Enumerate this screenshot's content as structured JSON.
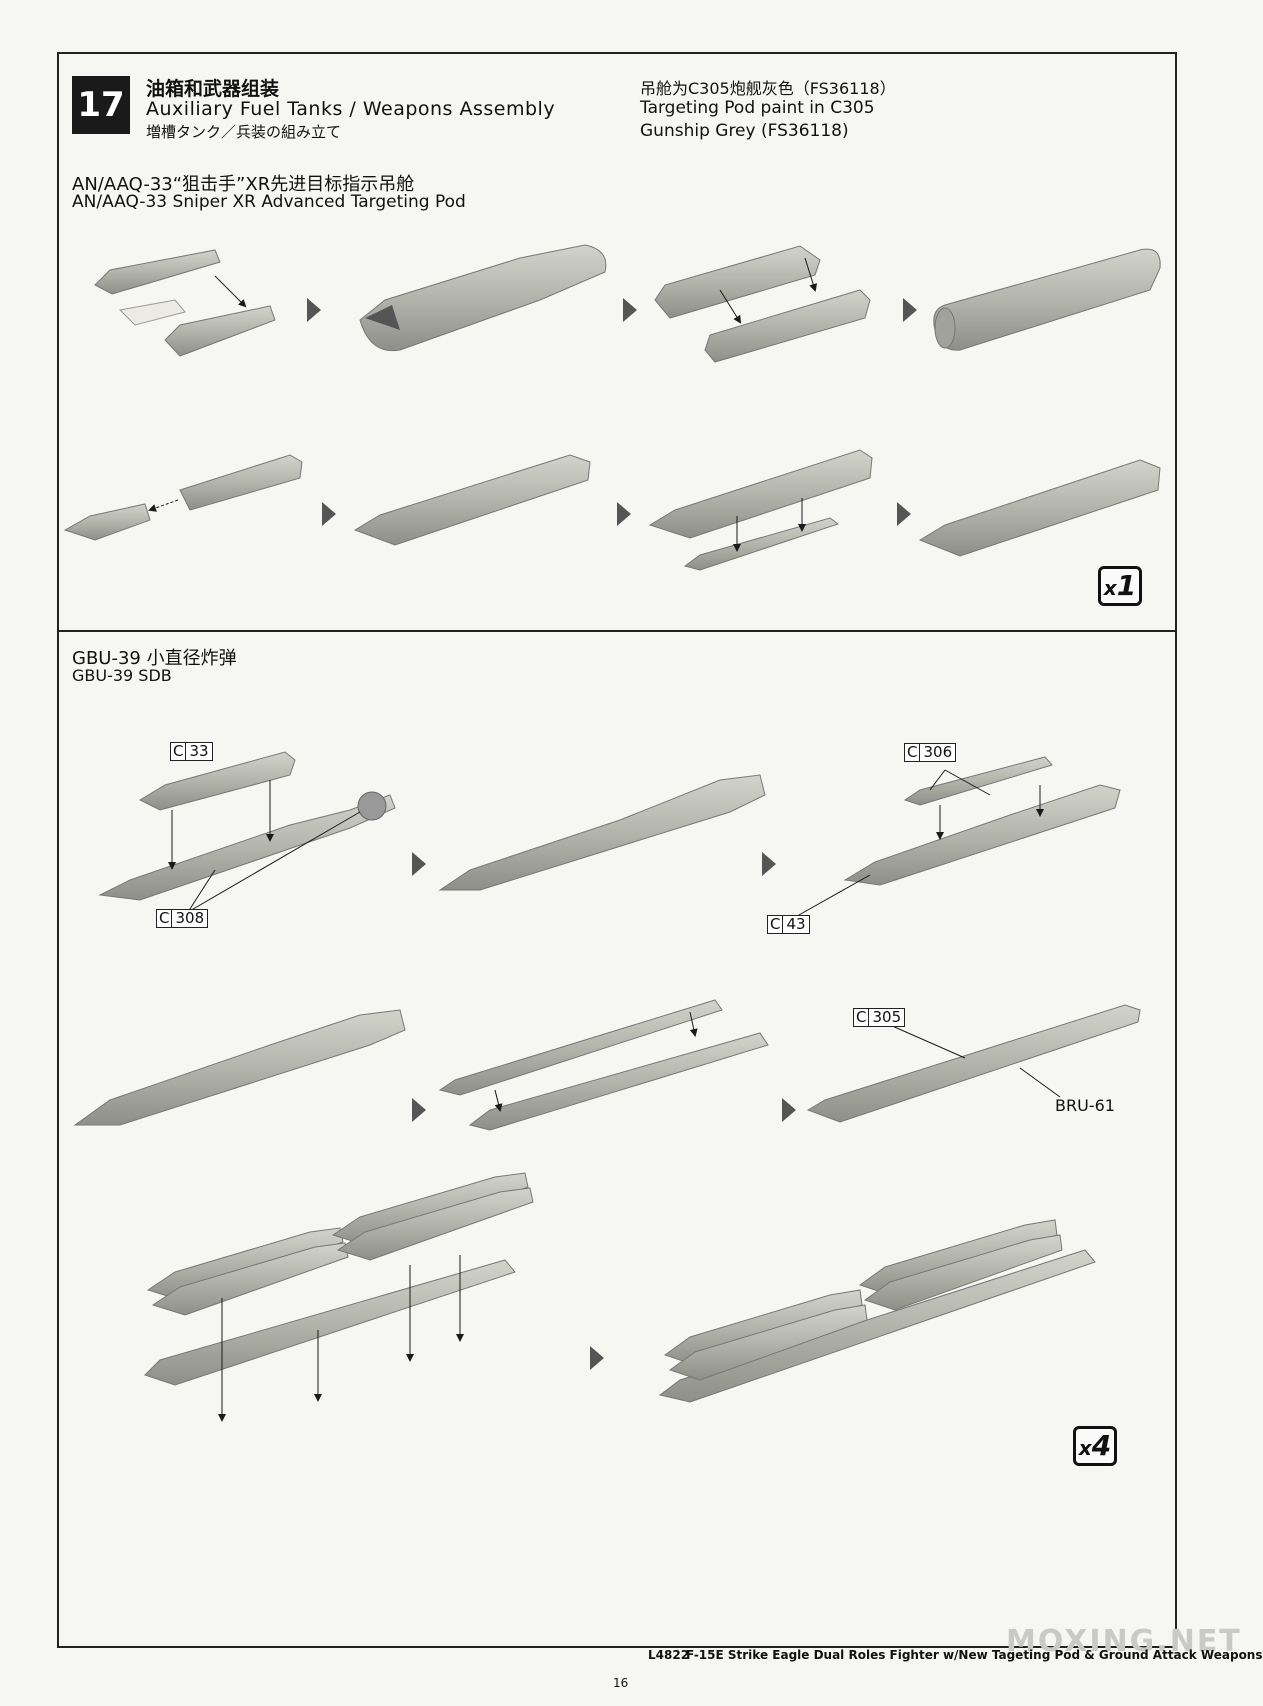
{
  "step": {
    "number": "17",
    "title_cn": "油箱和武器组装",
    "title_en": "Auxiliary Fuel Tanks / Weapons Assembly",
    "title_jp": "増槽タンク／兵装の組み立て"
  },
  "paint_note": {
    "cn": "吊舱为C305炮舰灰色（FS36118）",
    "en_line1": "Targeting Pod paint in C305",
    "en_line2": "Gunship Grey (FS36118)"
  },
  "section_pod": {
    "title_cn": "AN/AAQ-33“狙击手”XR先进目标指示吊舱",
    "title_en": "AN/AAQ-33 Sniper XR Advanced Targeting Pod",
    "quantity": {
      "x": "x",
      "value": "1"
    }
  },
  "section_sdb": {
    "title_cn": "GBU-39 小直径炸弹",
    "title_en": "GBU-39 SDB",
    "parts": {
      "c33": {
        "letter": "C",
        "number": "33"
      },
      "c308": {
        "letter": "C",
        "number": "308"
      },
      "c306": {
        "letter": "C",
        "number": "306"
      },
      "c43": {
        "letter": "C",
        "number": "43"
      },
      "c305": {
        "letter": "C",
        "number": "305"
      }
    },
    "rack_label": "BRU-61",
    "quantity": {
      "x": "x",
      "value": "4"
    }
  },
  "footer": {
    "model": "L4822",
    "description": "F-15E Strike Eagle Dual Roles Fighter w/New Tageting Pod & Ground Attack Weapons",
    "page": "16",
    "watermark": "MOXING.NET"
  },
  "colors": {
    "part_grey": "#b3b5ad",
    "part_shadow": "#8d8f88",
    "ink": "#1a1a1a"
  }
}
